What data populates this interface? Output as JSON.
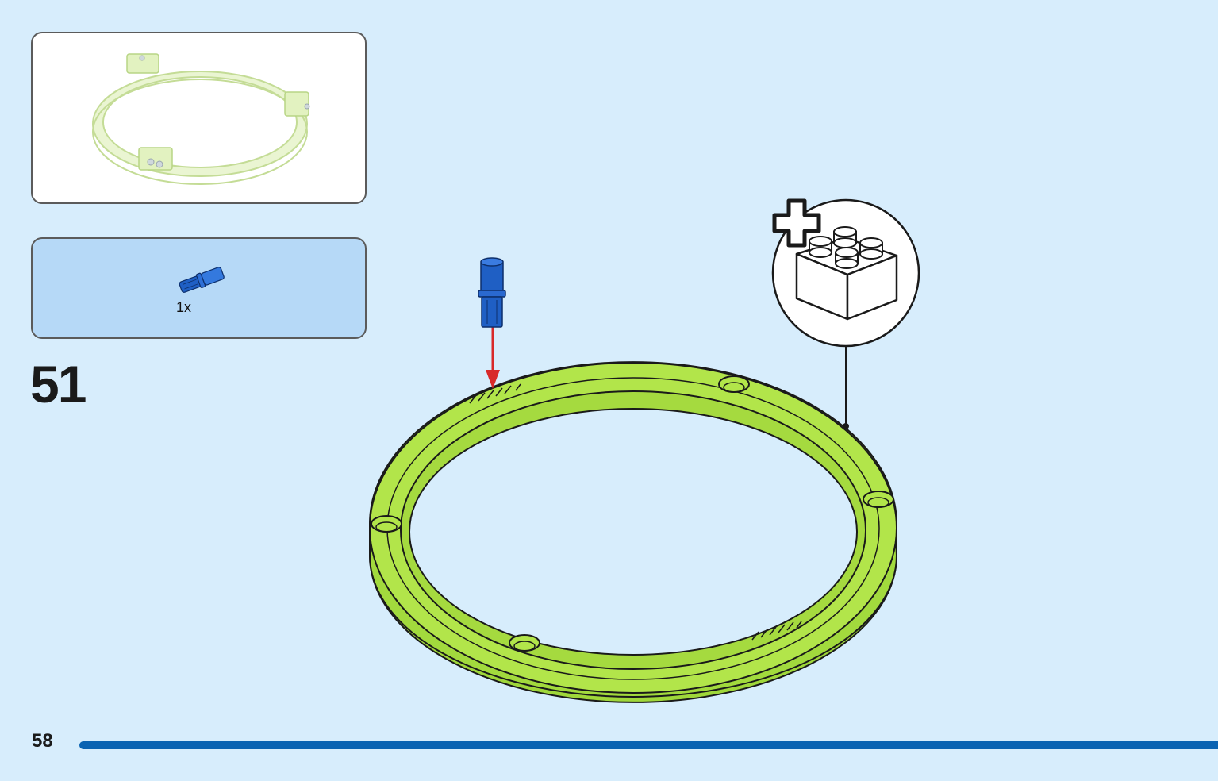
{
  "step": {
    "number": "51",
    "part_quantity": "1x",
    "part_name": "blue-axle-pin"
  },
  "page": {
    "number": "58",
    "accent_color": "#0a63b2",
    "background_color": "#d7edfc"
  },
  "icons": {
    "add_brick": "plus-brick-icon",
    "arrow": "red-arrow-down"
  },
  "colors": {
    "ring": "#a6dc3c",
    "pin": "#1f5fc4",
    "arrow": "#d82a2a",
    "parts_box": "#b6d9f7"
  }
}
